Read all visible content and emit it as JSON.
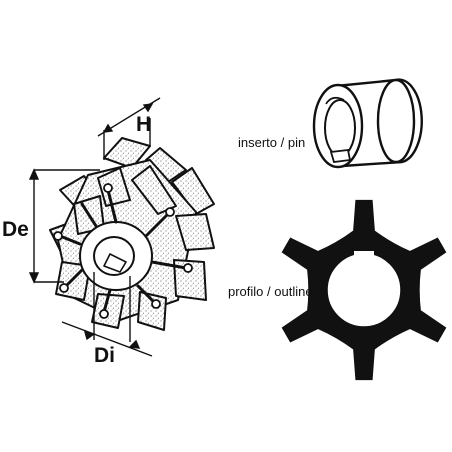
{
  "dimensions": {
    "height_label": "H",
    "outer_diameter_label": "De",
    "inner_diameter_label": "Di"
  },
  "labels": {
    "insert": "inserto / pin",
    "profile": "profilo / outline"
  },
  "colors": {
    "ink": "#111111",
    "stipple": "#9a9a9a",
    "paper": "#ffffff"
  }
}
